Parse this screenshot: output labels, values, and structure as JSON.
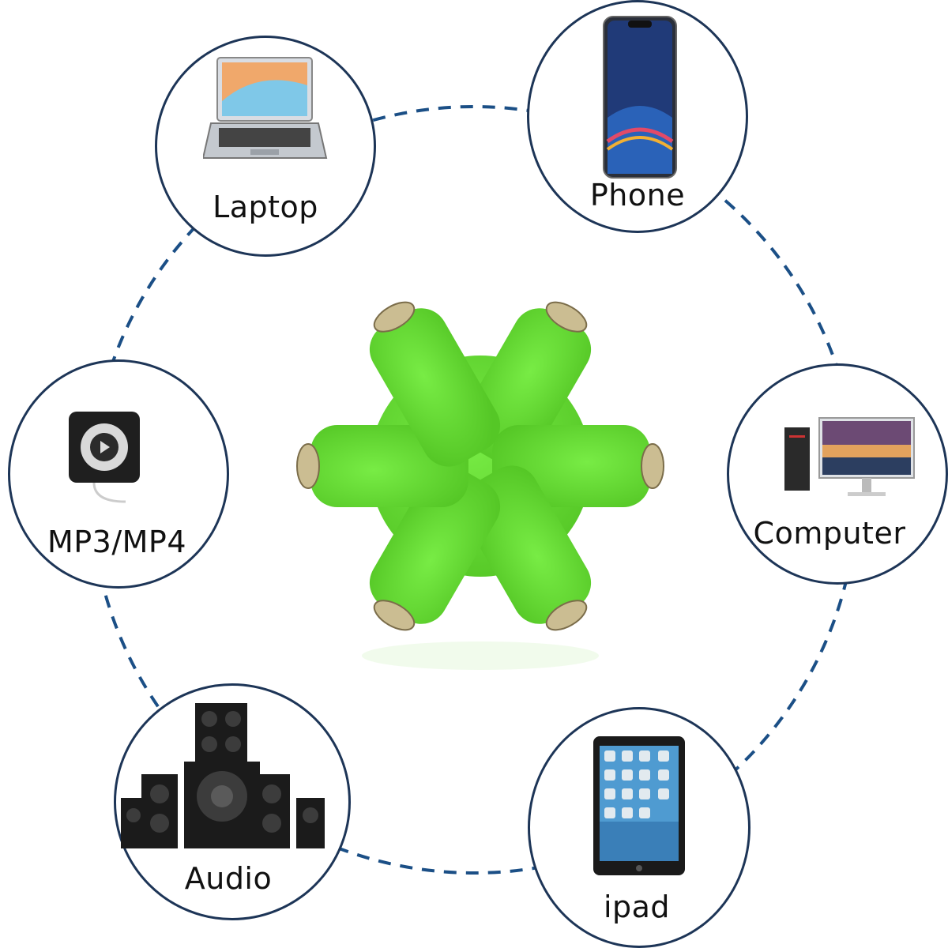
{
  "colors": {
    "ring": "#1d3557",
    "connector": "#1b4f86",
    "splitter": "#6ee63c",
    "splitter_dark": "#4fc123",
    "jack": "#c9b98f"
  },
  "devices": [
    {
      "key": "laptop",
      "label": "Laptop",
      "icon": "laptop-icon"
    },
    {
      "key": "phone",
      "label": "Phone",
      "icon": "phone-icon"
    },
    {
      "key": "mp3",
      "label": "MP3/MP4",
      "icon": "mp3-player-icon"
    },
    {
      "key": "computer",
      "label": "Computer",
      "icon": "desktop-computer-icon"
    },
    {
      "key": "audio",
      "label": "Audio",
      "icon": "speaker-system-icon"
    },
    {
      "key": "ipad",
      "label": "ipad",
      "icon": "tablet-icon"
    }
  ]
}
